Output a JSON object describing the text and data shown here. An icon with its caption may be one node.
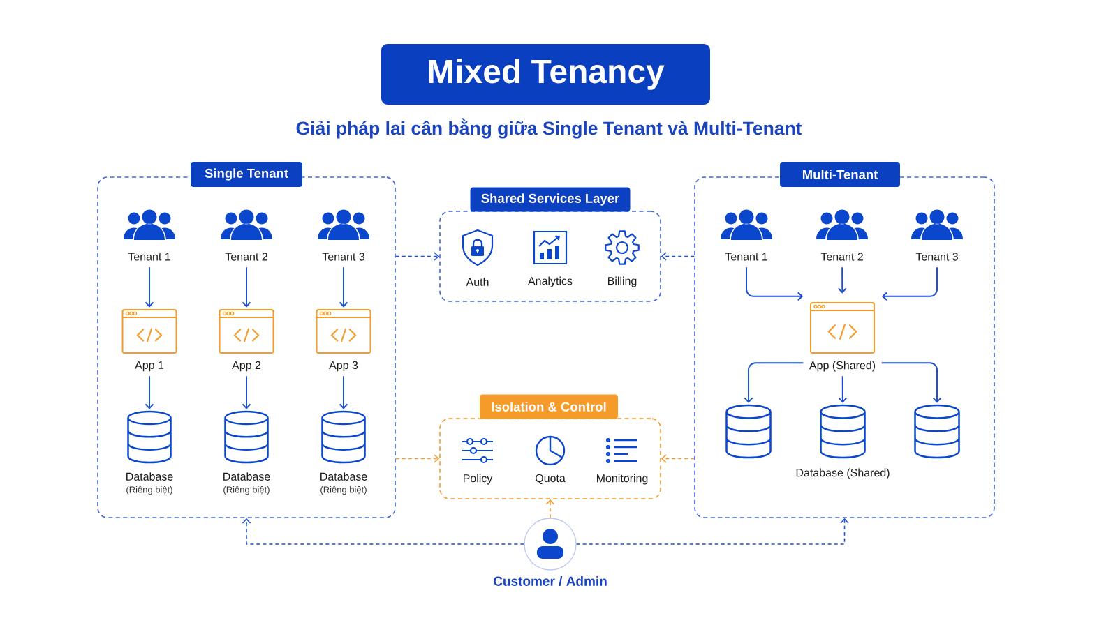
{
  "diagram": {
    "title": "Mixed Tenancy",
    "nodes": [
      {
        "text": [
          "Single Tenant"
        ]
      },
      {
        "text": [
          "Tenant 1"
        ],
        "in": 0
      },
      {
        "text": [
          "Tenant 2"
        ],
        "in": 0
      },
      {
        "text": [
          "Tenant 3"
        ],
        "in": 0
      },
      {
        "text": [
          "App 1"
        ],
        "in": 0
      },
      {
        "text": [
          "App 2"
        ],
        "in": 0
      },
      {
        "text": [
          "App 3"
        ],
        "in": 0
      },
      {
        "text": [
          "Database",
          "(Riêng biệt)"
        ],
        "in": 0
      },
      {
        "text": [
          "Database",
          "(Riêng biệt)"
        ],
        "in": 0
      },
      {
        "text": [
          "Database",
          "(Riêng biệt)"
        ],
        "in": 0
      },
      {
        "text": [
          "Shared Services Layer"
        ]
      },
      {
        "text": [
          "Auth"
        ],
        "in": 10
      },
      {
        "text": [
          "Analytics"
        ],
        "in": 10
      },
      {
        "text": [
          "Billing"
        ],
        "in": 10
      },
      {
        "text": [
          "Multi-Tenant"
        ]
      },
      {
        "text": [
          "Tenant 1"
        ],
        "in": 14
      },
      {
        "text": [
          "Tenant 2"
        ],
        "in": 14
      },
      {
        "text": [
          "Tenant 3"
        ],
        "in": 14
      },
      {
        "text": [
          "App (Shared)"
        ],
        "in": 14
      },
      {
        "text": [],
        "shape": "cylinder",
        "in": 14
      },
      {
        "text": [],
        "shape": "cylinder",
        "in": 14
      },
      {
        "text": [],
        "shape": "cylinder",
        "in": 14
      },
      {
        "text": [
          "Isolation & Control"
        ]
      },
      {
        "text": [
          "Policy"
        ],
        "in": 22
      },
      {
        "text": [
          "Quota"
        ],
        "in": 22
      },
      {
        "text": [
          "Monitoring"
        ],
        "in": 22
      },
      {
        "text": [
          "Customer / Admin"
        ]
      }
    ],
    "edges": [
      {
        "from": 1,
        "to": 4,
        "arrow": "to"
      },
      {
        "from": 2,
        "to": 5,
        "arrow": "to"
      },
      {
        "from": 3,
        "to": 6,
        "arrow": "to"
      },
      {
        "from": 4,
        "to": 7,
        "arrow": "to"
      },
      {
        "from": 5,
        "to": 8,
        "arrow": "to"
      },
      {
        "from": 6,
        "to": 9,
        "arrow": "to"
      },
      {
        "from": 15,
        "to": 18,
        "arrow": "to"
      },
      {
        "from": 16,
        "to": 18,
        "arrow": "to"
      },
      {
        "from": 17,
        "to": 18,
        "arrow": "to"
      },
      {
        "from": 18,
        "to": 19,
        "arrow": "to"
      },
      {
        "from": 18,
        "to": 20,
        "arrow": "to"
      },
      {
        "from": 18,
        "to": 21,
        "arrow": "to"
      },
      {
        "from": 0,
        "to": 10,
        "arrow": "to",
        "style": "dashed"
      },
      {
        "from": 14,
        "to": 10,
        "arrow": "to",
        "style": "dashed"
      },
      {
        "from": 0,
        "to": 22,
        "arrow": "to",
        "style": "dashed",
        "color": "#f59b2a"
      },
      {
        "from": 14,
        "to": 22,
        "arrow": "to",
        "style": "dashed",
        "color": "#f59b2a"
      },
      {
        "from": 26,
        "to": 22,
        "arrow": "to",
        "style": "dashed",
        "color": "#f59b2a"
      },
      {
        "from": 26,
        "to": 0,
        "arrow": "to",
        "style": "dashed"
      },
      {
        "from": 26,
        "to": 14,
        "arrow": "to",
        "style": "dashed"
      }
    ],
    "labels": [
      "Giải pháp lai cân bằng giữa Single Tenant và Multi-Tenant",
      "Database (Shared)"
    ]
  }
}
